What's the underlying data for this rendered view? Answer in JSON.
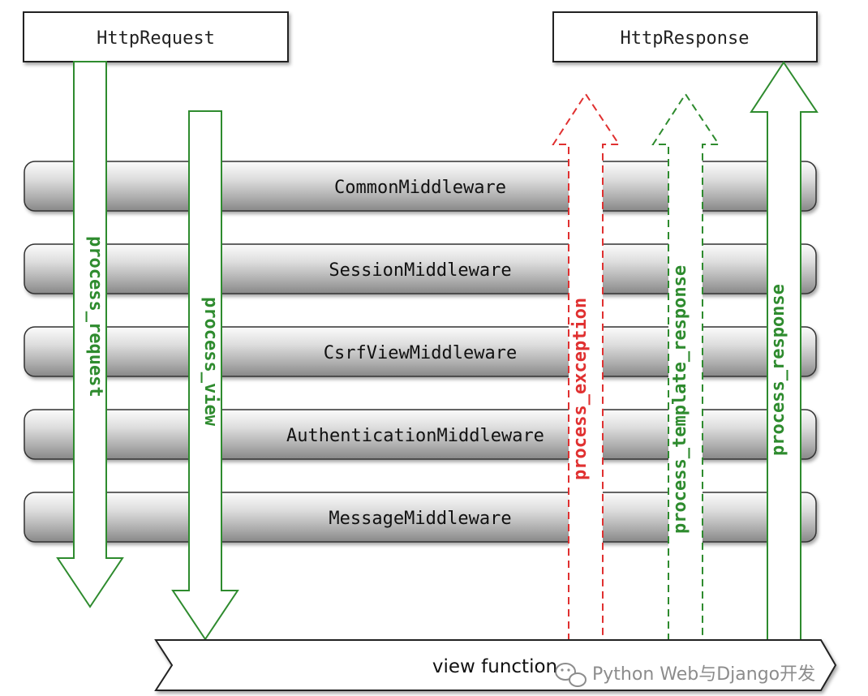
{
  "request_box": {
    "label": "HttpRequest"
  },
  "response_box": {
    "label": "HttpResponse"
  },
  "middlewares": [
    {
      "label": "CommonMiddleware"
    },
    {
      "label": "SessionMiddleware"
    },
    {
      "label": "CsrfViewMiddleware"
    },
    {
      "label": "AuthenticationMiddleware"
    },
    {
      "label": "MessageMiddleware"
    }
  ],
  "arrows": {
    "process_request": {
      "label": "process_request",
      "color": "#2e8b2e",
      "direction": "down",
      "style": "solid"
    },
    "process_view": {
      "label": "process_view",
      "color": "#2e8b2e",
      "direction": "down",
      "style": "solid"
    },
    "process_exception": {
      "label": "process_exception",
      "color": "#e03030",
      "direction": "up",
      "style": "dashed"
    },
    "process_template_response": {
      "label": "process_template_response",
      "color": "#2e8b2e",
      "direction": "up",
      "style": "dashed"
    },
    "process_response": {
      "label": "process_response",
      "color": "#2e8b2e",
      "direction": "up",
      "style": "solid"
    }
  },
  "view_function": {
    "label": "view function"
  },
  "watermark": {
    "text": "Python Web与Django开发",
    "icon": "wechat-icon"
  }
}
